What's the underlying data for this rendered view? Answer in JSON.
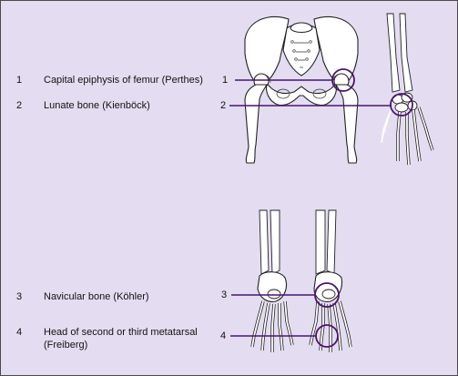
{
  "legend": [
    {
      "number": "1",
      "label": "Capital epiphysis of femur (Perthes)"
    },
    {
      "number": "2",
      "label": "Lunate bone (Kienböck)"
    },
    {
      "number": "3",
      "label": "Navicular bone (Köhler)"
    },
    {
      "number": "4",
      "label": "Head of second or third metatarsal (Freiberg)"
    }
  ],
  "callouts": [
    "1",
    "2",
    "3",
    "4"
  ],
  "colors": {
    "background": "#e4ddf1",
    "leader": "#4a1470"
  }
}
